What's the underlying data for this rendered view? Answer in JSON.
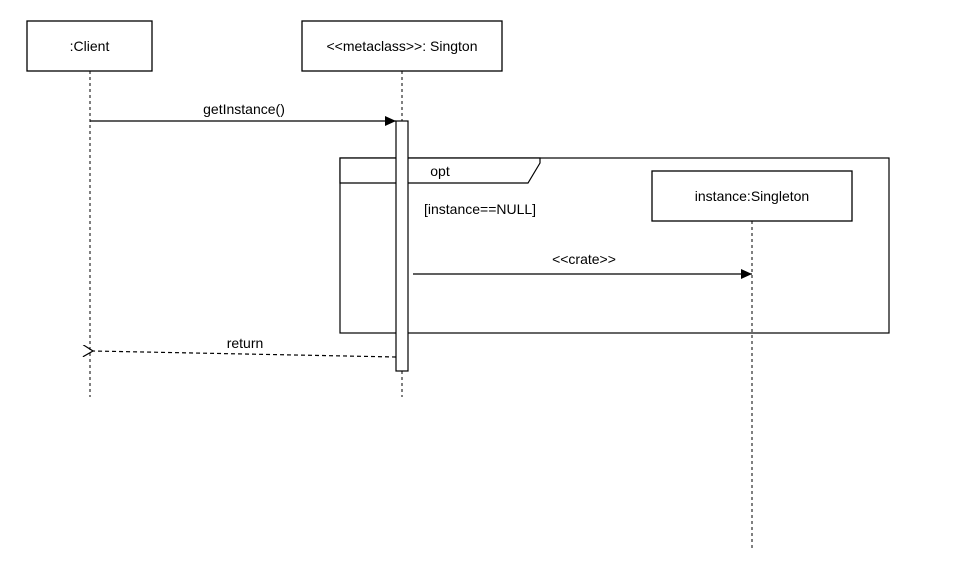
{
  "participants": {
    "client": ":Client",
    "metaclass": "<<metaclass>>: Sington",
    "instance": "instance:Singleton"
  },
  "messages": {
    "get_instance": "getInstance()",
    "create": "<<crate>>",
    "return": "return"
  },
  "fragment": {
    "operator": "opt",
    "guard": "[instance==NULL]"
  }
}
